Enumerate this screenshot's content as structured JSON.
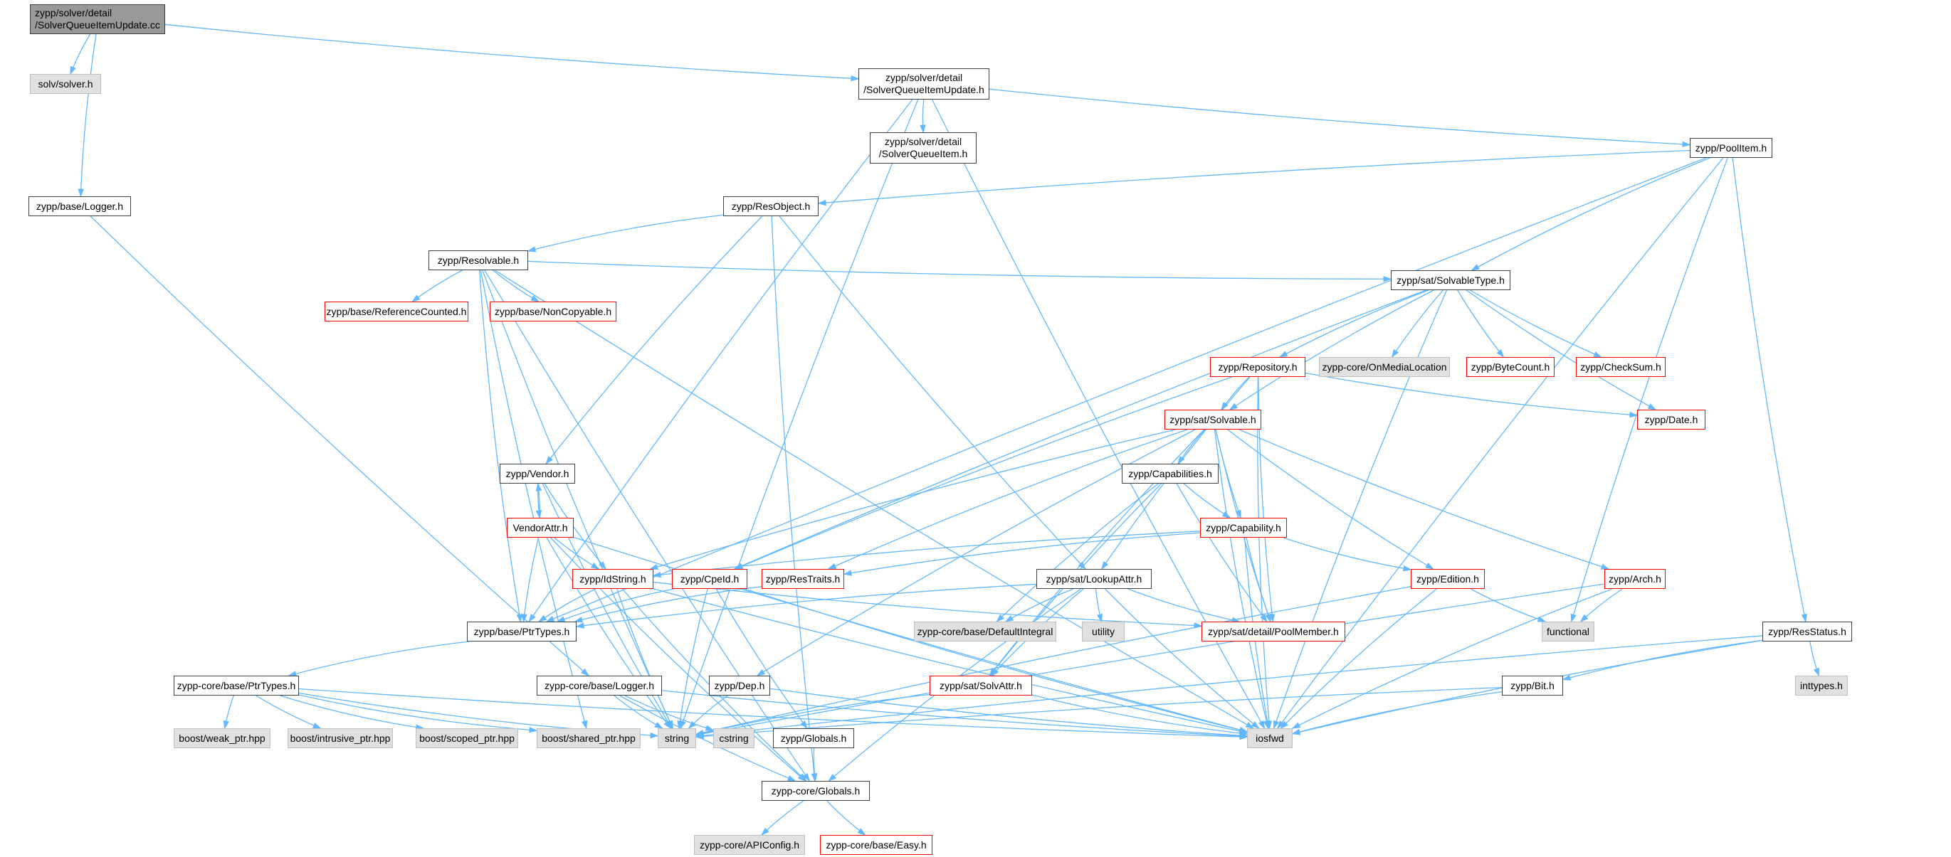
{
  "graph": {
    "colors": {
      "edge": "#63b8ff",
      "node_border": "#404040",
      "missing_border": "#ff0000",
      "external_fill": "#e0e0e0",
      "root_fill": "#999999"
    },
    "nodes": [
      {
        "id": "root",
        "label": "zypp/solver/detail\n/SolverQueueItemUpdate.cc",
        "kind": "root"
      },
      {
        "id": "solv_solver",
        "label": "solv/solver.h",
        "kind": "external"
      },
      {
        "id": "sqiu_h",
        "label": "zypp/solver/detail\n/SolverQueueItemUpdate.h",
        "kind": "normal"
      },
      {
        "id": "sqi_h",
        "label": "zypp/solver/detail\n/SolverQueueItem.h",
        "kind": "normal"
      },
      {
        "id": "base_logger",
        "label": "zypp/base/Logger.h",
        "kind": "normal"
      },
      {
        "id": "poolitem",
        "label": "zypp/PoolItem.h",
        "kind": "normal"
      },
      {
        "id": "resobject",
        "label": "zypp/ResObject.h",
        "kind": "normal"
      },
      {
        "id": "resolvable",
        "label": "zypp/Resolvable.h",
        "kind": "normal"
      },
      {
        "id": "refcounted",
        "label": "zypp/base/ReferenceCounted.h",
        "kind": "incomplete"
      },
      {
        "id": "noncopyable",
        "label": "zypp/base/NonCopyable.h",
        "kind": "incomplete"
      },
      {
        "id": "solvabletype",
        "label": "zypp/sat/SolvableType.h",
        "kind": "normal"
      },
      {
        "id": "repository",
        "label": "zypp/Repository.h",
        "kind": "incomplete"
      },
      {
        "id": "onmedialocation",
        "label": "zypp-core/OnMediaLocation",
        "kind": "external"
      },
      {
        "id": "bytecount",
        "label": "zypp/ByteCount.h",
        "kind": "incomplete"
      },
      {
        "id": "checksum",
        "label": "zypp/CheckSum.h",
        "kind": "incomplete"
      },
      {
        "id": "date",
        "label": "zypp/Date.h",
        "kind": "incomplete"
      },
      {
        "id": "solvable",
        "label": "zypp/sat/Solvable.h",
        "kind": "incomplete"
      },
      {
        "id": "vendor",
        "label": "zypp/Vendor.h",
        "kind": "normal"
      },
      {
        "id": "capabilities",
        "label": "zypp/Capabilities.h",
        "kind": "normal"
      },
      {
        "id": "vendorattr",
        "label": "VendorAttr.h",
        "kind": "incomplete"
      },
      {
        "id": "capability",
        "label": "zypp/Capability.h",
        "kind": "incomplete"
      },
      {
        "id": "idstring",
        "label": "zypp/IdString.h",
        "kind": "incomplete"
      },
      {
        "id": "cpeid",
        "label": "zypp/CpeId.h",
        "kind": "incomplete"
      },
      {
        "id": "restraits",
        "label": "zypp/ResTraits.h",
        "kind": "incomplete"
      },
      {
        "id": "lookupattr",
        "label": "zypp/sat/LookupAttr.h",
        "kind": "normal"
      },
      {
        "id": "edition",
        "label": "zypp/Edition.h",
        "kind": "incomplete"
      },
      {
        "id": "arch",
        "label": "zypp/Arch.h",
        "kind": "incomplete"
      },
      {
        "id": "base_ptrtypes",
        "label": "zypp/base/PtrTypes.h",
        "kind": "normal"
      },
      {
        "id": "defaultintegral",
        "label": "zypp-core/base/DefaultIntegral",
        "kind": "external"
      },
      {
        "id": "utility",
        "label": "utility",
        "kind": "external"
      },
      {
        "id": "poolmember",
        "label": "zypp/sat/detail/PoolMember.h",
        "kind": "incomplete"
      },
      {
        "id": "functional",
        "label": "functional",
        "kind": "external"
      },
      {
        "id": "resstatus",
        "label": "zypp/ResStatus.h",
        "kind": "normal"
      },
      {
        "id": "core_ptrtypes",
        "label": "zypp-core/base/PtrTypes.h",
        "kind": "normal"
      },
      {
        "id": "core_logger",
        "label": "zypp-core/base/Logger.h",
        "kind": "normal"
      },
      {
        "id": "dep",
        "label": "zypp/Dep.h",
        "kind": "normal"
      },
      {
        "id": "solvattr",
        "label": "zypp/sat/SolvAttr.h",
        "kind": "incomplete"
      },
      {
        "id": "bit",
        "label": "zypp/Bit.h",
        "kind": "normal"
      },
      {
        "id": "inttypes",
        "label": "inttypes.h",
        "kind": "external"
      },
      {
        "id": "weak_ptr",
        "label": "boost/weak_ptr.hpp",
        "kind": "external"
      },
      {
        "id": "intrusive_ptr",
        "label": "boost/intrusive_ptr.hpp",
        "kind": "external"
      },
      {
        "id": "scoped_ptr",
        "label": "boost/scoped_ptr.hpp",
        "kind": "external"
      },
      {
        "id": "shared_ptr",
        "label": "boost/shared_ptr.hpp",
        "kind": "external"
      },
      {
        "id": "string",
        "label": "string",
        "kind": "external"
      },
      {
        "id": "cstring",
        "label": "cstring",
        "kind": "external"
      },
      {
        "id": "globals",
        "label": "zypp/Globals.h",
        "kind": "normal"
      },
      {
        "id": "iosfwd",
        "label": "iosfwd",
        "kind": "external"
      },
      {
        "id": "core_globals",
        "label": "zypp-core/Globals.h",
        "kind": "normal"
      },
      {
        "id": "apiconfig",
        "label": "zypp-core/APIConfig.h",
        "kind": "external"
      },
      {
        "id": "easy",
        "label": "zypp-core/base/Easy.h",
        "kind": "incomplete"
      }
    ],
    "edges": [
      [
        "root",
        "solv_solver"
      ],
      [
        "root",
        "sqiu_h"
      ],
      [
        "root",
        "base_logger"
      ],
      [
        "sqiu_h",
        "sqi_h"
      ],
      [
        "sqiu_h",
        "poolitem"
      ],
      [
        "sqiu_h",
        "base_ptrtypes"
      ],
      [
        "sqiu_h",
        "iosfwd"
      ],
      [
        "sqiu_h",
        "string"
      ],
      [
        "base_logger",
        "core_logger"
      ],
      [
        "poolitem",
        "resobject"
      ],
      [
        "poolitem",
        "solvabletype"
      ],
      [
        "poolitem",
        "resstatus"
      ],
      [
        "poolitem",
        "functional"
      ],
      [
        "poolitem",
        "iosfwd"
      ],
      [
        "poolitem",
        "base_ptrtypes"
      ],
      [
        "resobject",
        "resolvable"
      ],
      [
        "resobject",
        "vendor"
      ],
      [
        "resobject",
        "lookupattr"
      ],
      [
        "resobject",
        "core_globals"
      ],
      [
        "resolvable",
        "refcounted"
      ],
      [
        "resolvable",
        "noncopyable"
      ],
      [
        "resolvable",
        "solvabletype"
      ],
      [
        "resolvable",
        "base_ptrtypes"
      ],
      [
        "resolvable",
        "core_globals"
      ],
      [
        "resolvable",
        "iosfwd"
      ],
      [
        "resolvable",
        "string"
      ],
      [
        "resolvable",
        "shared_ptr"
      ],
      [
        "solvabletype",
        "repository"
      ],
      [
        "solvabletype",
        "onmedialocation"
      ],
      [
        "solvabletype",
        "bytecount"
      ],
      [
        "solvabletype",
        "checksum"
      ],
      [
        "solvabletype",
        "date"
      ],
      [
        "solvabletype",
        "solvable"
      ],
      [
        "solvabletype",
        "cpeid"
      ],
      [
        "solvabletype",
        "iosfwd"
      ],
      [
        "repository",
        "solvable"
      ],
      [
        "repository",
        "date"
      ],
      [
        "repository",
        "lookupattr"
      ],
      [
        "repository",
        "poolmember"
      ],
      [
        "repository",
        "cpeid"
      ],
      [
        "repository",
        "iosfwd"
      ],
      [
        "solvable",
        "capabilities"
      ],
      [
        "solvable",
        "capability"
      ],
      [
        "solvable",
        "idstring"
      ],
      [
        "solvable",
        "restraits"
      ],
      [
        "solvable",
        "edition"
      ],
      [
        "solvable",
        "arch"
      ],
      [
        "solvable",
        "poolmember"
      ],
      [
        "solvable",
        "dep"
      ],
      [
        "solvable",
        "iosfwd"
      ],
      [
        "solvable",
        "solvattr"
      ],
      [
        "vendor",
        "vendorattr"
      ],
      [
        "vendor",
        "idstring"
      ],
      [
        "vendor",
        "string"
      ],
      [
        "vendorattr",
        "vendor"
      ],
      [
        "vendorattr",
        "idstring"
      ],
      [
        "vendorattr",
        "base_ptrtypes"
      ],
      [
        "vendorattr",
        "core_globals"
      ],
      [
        "vendorattr",
        "string"
      ],
      [
        "vendorattr",
        "iosfwd"
      ],
      [
        "capabilities",
        "capability"
      ],
      [
        "capabilities",
        "defaultintegral"
      ],
      [
        "capabilities",
        "poolmember"
      ],
      [
        "capabilities",
        "solvattr"
      ],
      [
        "capability",
        "idstring"
      ],
      [
        "capability",
        "restraits"
      ],
      [
        "capability",
        "edition"
      ],
      [
        "capability",
        "poolmember"
      ],
      [
        "capability",
        "iosfwd"
      ],
      [
        "idstring",
        "base_ptrtypes"
      ],
      [
        "idstring",
        "poolmember"
      ],
      [
        "idstring",
        "iosfwd"
      ],
      [
        "idstring",
        "string"
      ],
      [
        "idstring",
        "core_globals"
      ],
      [
        "cpeid",
        "base_ptrtypes"
      ],
      [
        "cpeid",
        "iosfwd"
      ],
      [
        "cpeid",
        "string"
      ],
      [
        "cpeid",
        "globals"
      ],
      [
        "restraits",
        "base_ptrtypes"
      ],
      [
        "lookupattr",
        "base_ptrtypes"
      ],
      [
        "lookupattr",
        "defaultintegral"
      ],
      [
        "lookupattr",
        "utility"
      ],
      [
        "lookupattr",
        "poolmember"
      ],
      [
        "lookupattr",
        "solvattr"
      ],
      [
        "lookupattr",
        "iosfwd"
      ],
      [
        "lookupattr",
        "core_globals"
      ],
      [
        "edition",
        "functional"
      ],
      [
        "edition",
        "iosfwd"
      ],
      [
        "edition",
        "string"
      ],
      [
        "arch",
        "functional"
      ],
      [
        "arch",
        "iosfwd"
      ],
      [
        "arch",
        "string"
      ],
      [
        "base_ptrtypes",
        "core_ptrtypes"
      ],
      [
        "core_ptrtypes",
        "weak_ptr"
      ],
      [
        "core_ptrtypes",
        "intrusive_ptr"
      ],
      [
        "core_ptrtypes",
        "scoped_ptr"
      ],
      [
        "core_ptrtypes",
        "shared_ptr"
      ],
      [
        "core_ptrtypes",
        "string"
      ],
      [
        "core_ptrtypes",
        "iosfwd"
      ],
      [
        "core_logger",
        "iosfwd"
      ],
      [
        "core_logger",
        "cstring"
      ],
      [
        "core_logger",
        "string"
      ],
      [
        "core_logger",
        "core_globals"
      ],
      [
        "dep",
        "iosfwd"
      ],
      [
        "dep",
        "string"
      ],
      [
        "solvattr",
        "iosfwd"
      ],
      [
        "solvattr",
        "string"
      ],
      [
        "resstatus",
        "inttypes"
      ],
      [
        "resstatus",
        "iosfwd"
      ],
      [
        "resstatus",
        "bit"
      ],
      [
        "resstatus",
        "string"
      ],
      [
        "bit",
        "iosfwd"
      ],
      [
        "bit",
        "string"
      ],
      [
        "globals",
        "core_globals"
      ],
      [
        "core_globals",
        "apiconfig"
      ],
      [
        "core_globals",
        "easy"
      ]
    ]
  }
}
